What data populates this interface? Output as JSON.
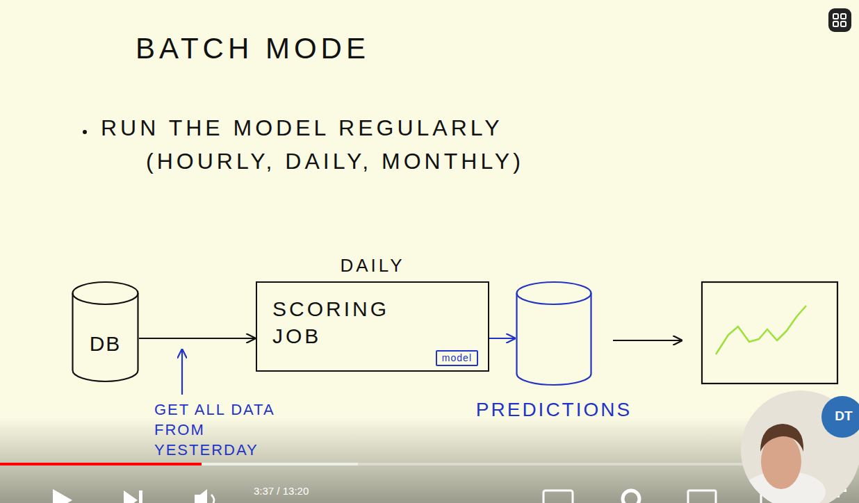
{
  "diagram": {
    "title": "BATCH MODE",
    "nodes": [
      {
        "text": [
          "DB"
        ]
      },
      {
        "text": [
          "DAILY",
          "SCORING JOB"
        ]
      },
      {
        "text": [
          "model"
        ],
        "in": 1
      },
      {
        "text": [
          "PREDICTIONS"
        ]
      }
    ],
    "edges": [
      {
        "from": 0,
        "to": 1,
        "arrow": "to"
      },
      {
        "from": 1,
        "to": 3,
        "arrow": "to"
      }
    ],
    "labels": [
      "RUN THE MODEL REGULARLY (HOURLY, DAILY, MONTHLY)",
      "GET ALL DATA FROM YESTERDAY",
      "3:37 / 13:20",
      "DT"
    ]
  }
}
